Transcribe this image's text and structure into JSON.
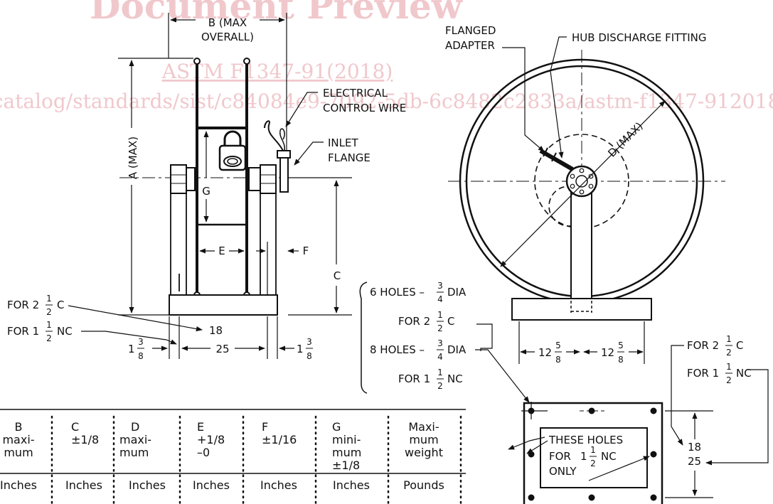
{
  "watermark": {
    "title": "Document Preview",
    "standard": "ASTM F1347-91(2018)",
    "url": "catalog/standards/sist/c84084e9-7092-5db-6c8482c2833a/astm-f1347-912018"
  },
  "side_view": {
    "b_label_1": "B (MAX",
    "b_label_2": "OVERALL)",
    "a_label": "A (MAX)",
    "g_label": "G",
    "e_label": "E",
    "f_label": "F",
    "c_label": "C",
    "electrical_1": "ELECTRICAL",
    "electrical_2": "CONTROL WIRE",
    "inlet_1": "INLET",
    "inlet_2": "FLANGE",
    "for_c": "FOR 2",
    "for_c_frac_num": "1",
    "for_c_frac_den": "2",
    "for_c_suffix": "C",
    "for_nc": "FOR 1",
    "for_nc_frac_num": "1",
    "for_nc_frac_den": "2",
    "for_nc_suffix": "NC",
    "dim_18": "18",
    "dim_25": "25",
    "dim_left_whole": "1",
    "dim_left_num": "3",
    "dim_left_den": "8",
    "dim_right_whole": "1",
    "dim_right_num": "3",
    "dim_right_den": "8"
  },
  "holes_note": {
    "six_holes": "6 HOLES –",
    "six_num": "3",
    "six_den": "4",
    "six_dia": "DIA",
    "for_c": "FOR 2",
    "for_c_num": "1",
    "for_c_den": "2",
    "for_c_suffix": "C",
    "eight_holes": "8 HOLES –",
    "eight_num": "3",
    "eight_den": "4",
    "eight_dia": "DIA",
    "for_nc": "FOR 1",
    "for_nc_num": "1",
    "for_nc_den": "2",
    "for_nc_suffix": "NC"
  },
  "front_view": {
    "flanged_1": "FLANGED",
    "flanged_2": "ADAPTER",
    "hub_fitting": "HUB DISCHARGE FITTING",
    "d_label": "D (MAX)",
    "left_whole": "12",
    "left_num": "5",
    "left_den": "8",
    "right_whole": "12",
    "right_num": "5",
    "right_den": "8"
  },
  "base_plan": {
    "for_c": "FOR 2",
    "for_c_num": "1",
    "for_c_den": "2",
    "for_c_suffix": "C",
    "for_nc": "FOR 1",
    "for_nc_num": "1",
    "for_nc_den": "2",
    "for_nc_suffix": "NC",
    "dim_18": "18",
    "dim_25": "25",
    "note_1": "THESE HOLES",
    "note_2_pre": "FOR",
    "note_2_whole": "1",
    "note_2_num": "1",
    "note_2_den": "2",
    "note_2_suffix": "NC",
    "note_3": "ONLY"
  },
  "table": {
    "columns": [
      {
        "lines": [
          "B",
          "maxi-",
          "mum"
        ],
        "unit": "Inches"
      },
      {
        "lines": [
          "C",
          "±1/8"
        ],
        "unit": "Inches"
      },
      {
        "lines": [
          "D",
          "maxi-",
          "mum"
        ],
        "unit": "Inches"
      },
      {
        "lines": [
          "E",
          "+1/8",
          "–0"
        ],
        "unit": "Inches"
      },
      {
        "lines": [
          "F",
          "±1/16"
        ],
        "unit": "Inches"
      },
      {
        "lines": [
          "G",
          "mini-",
          "mum",
          "±1/8"
        ],
        "unit": "Inches"
      },
      {
        "lines": [
          "Maxi-",
          "mum",
          "weight"
        ],
        "unit": "Pounds"
      }
    ]
  }
}
